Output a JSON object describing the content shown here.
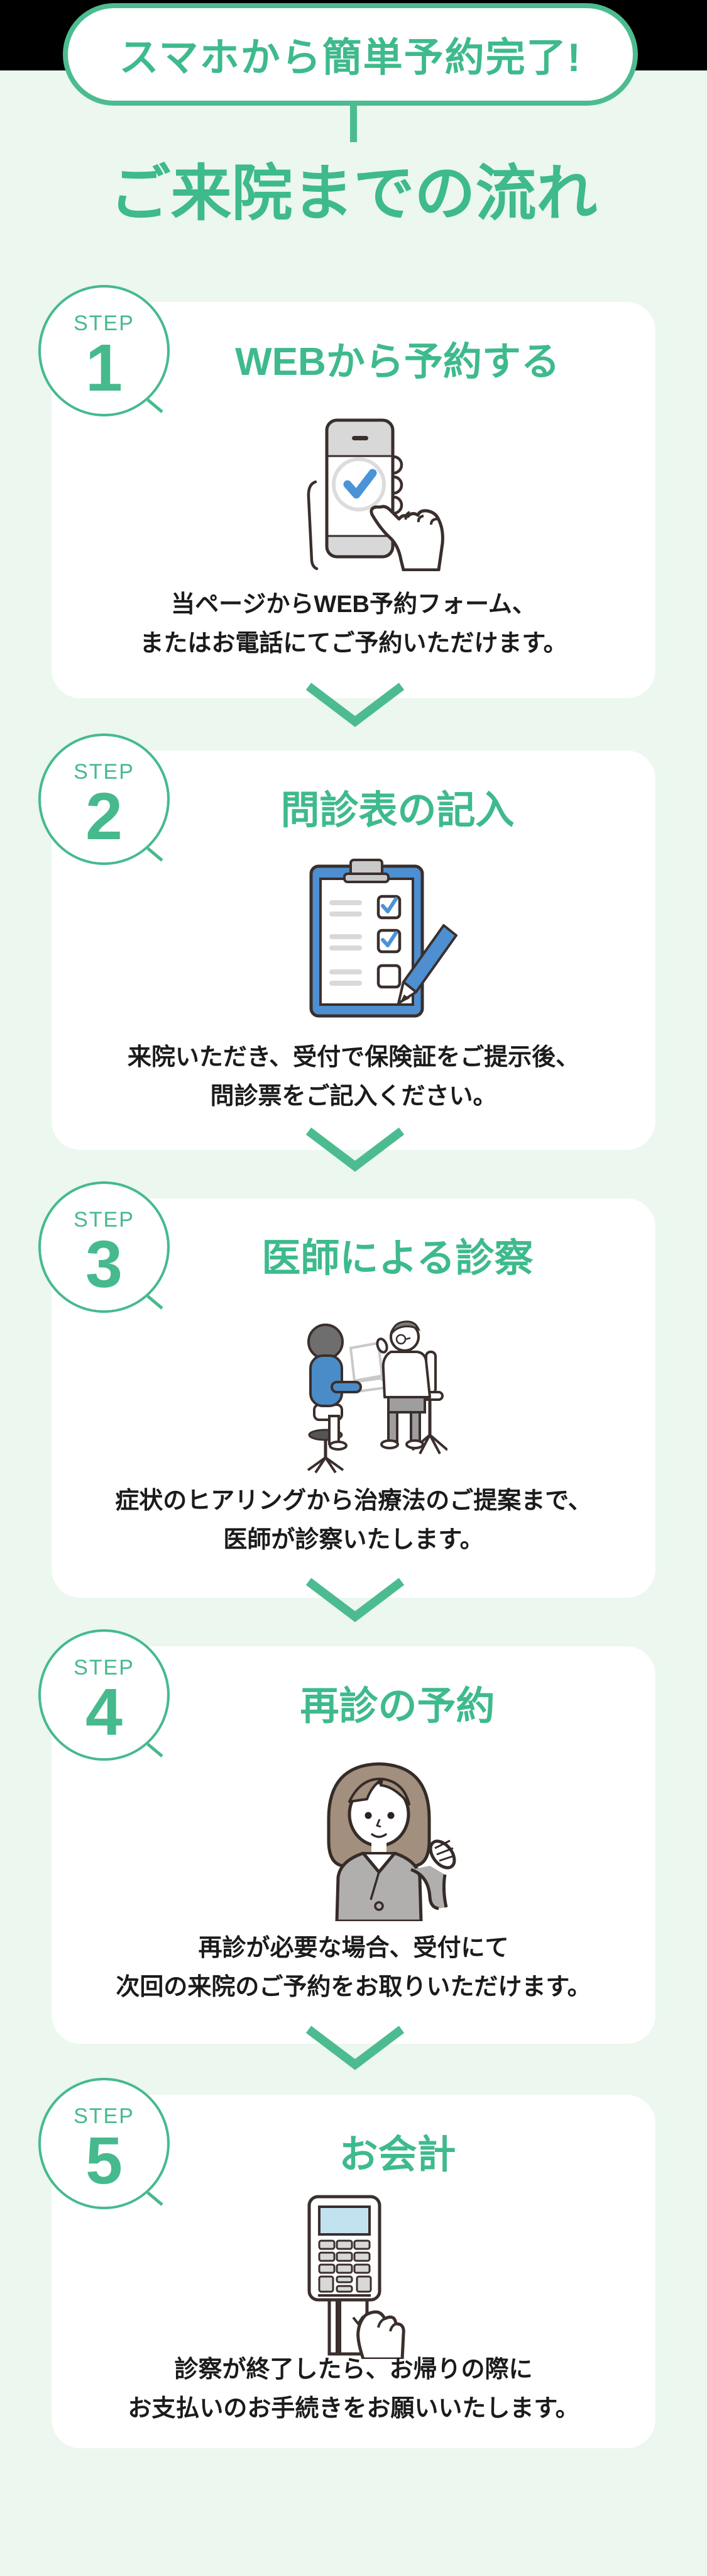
{
  "badge": {
    "label": "スマホから簡単予約完了!"
  },
  "page_title": "ご来院までの流れ",
  "steps": [
    {
      "step_label": "STEP",
      "number": "1",
      "title": "WEBから予約する",
      "lines": [
        "当ページからWEB予約フォーム、",
        "またはお電話にてご予約いただけます。"
      ],
      "illustration": "smartphone-booking"
    },
    {
      "step_label": "STEP",
      "number": "2",
      "title": "問診表の記入",
      "lines": [
        "来院いただき、受付で保険証をご提示後、",
        "問診票をご記入ください。"
      ],
      "illustration": "questionnaire-clipboard"
    },
    {
      "step_label": "STEP",
      "number": "3",
      "title": "医師による診察",
      "lines": [
        "症状のヒアリングから治療法のご提案まで、",
        "医師が診察いたします。"
      ],
      "illustration": "doctor-consultation"
    },
    {
      "step_label": "STEP",
      "number": "4",
      "title": "再診の予約",
      "lines": [
        "再診が必要な場合、受付にて",
        "次回の来院のご予約をお取りいただけます。"
      ],
      "illustration": "receptionist-guide"
    },
    {
      "step_label": "STEP",
      "number": "5",
      "title": "お会計",
      "lines": [
        "診察が終了したら、お帰りの際に",
        "お支払いのお手続きをお願いいたします。"
      ],
      "illustration": "payment-terminal"
    }
  ],
  "colors": {
    "accent_green": "#46ba8d",
    "title_green": "#3eba8c",
    "chevron_green": "#4cbc90",
    "page_background": "#ebf7ef",
    "top_band": "#000000",
    "card_background": "#ffffff",
    "text_dark": "#1b1b1b",
    "illustration_outline": "#3a2f2c",
    "illustration_blue": "#4b93d8",
    "clipboard_blue": "#4d8fd1",
    "shirt_blue": "#4a8cc7",
    "terminal_screen_blue": "#c3e2f0",
    "hair_brown": "#a28f7e",
    "blazer_gray": "#b1afad",
    "bezel_gray": "#d8d8d8"
  }
}
